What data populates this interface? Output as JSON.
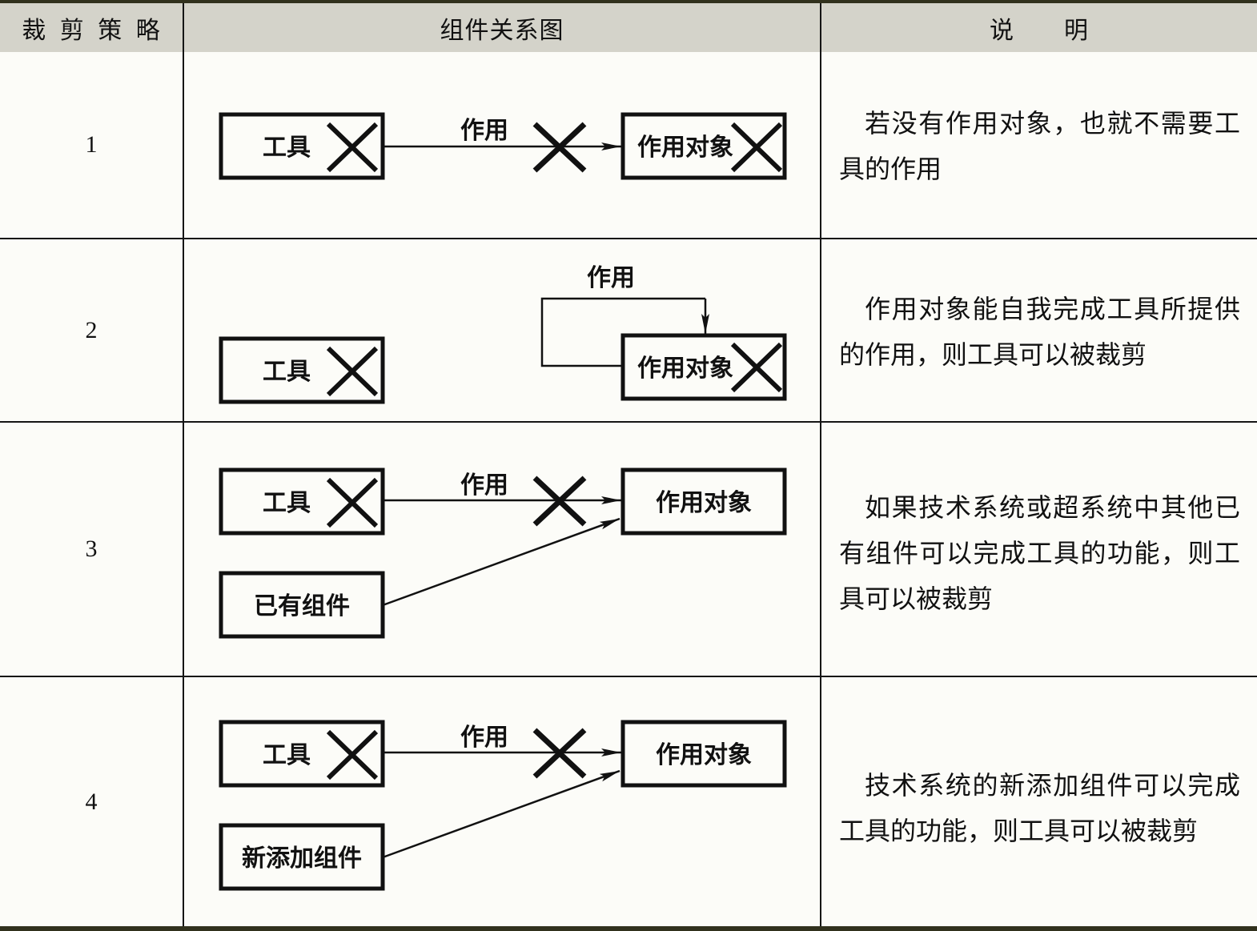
{
  "header": {
    "strategy": "裁 剪 策 略",
    "diagram": "组件关系图",
    "note": "说　　明"
  },
  "rows": [
    {
      "no": "1",
      "note": "若没有作用对象，也就不需要工具的作用",
      "diagram": {
        "tool": "工具",
        "object": "作用对象",
        "action": "作用"
      }
    },
    {
      "no": "2",
      "note": "作用对象能自我完成工具所提供的作用，则工具可以被裁剪",
      "diagram": {
        "tool": "工具",
        "object": "作用对象",
        "action": "作用"
      }
    },
    {
      "no": "3",
      "note": "如果技术系统或超系统中其他已有组件可以完成工具的功能，则工具可以被裁剪",
      "diagram": {
        "tool": "工具",
        "object": "作用对象",
        "action": "作用",
        "extra": "已有组件"
      }
    },
    {
      "no": "4",
      "note": "技术系统的新添加组件可以完成工具的功能，则工具可以被裁剪",
      "diagram": {
        "tool": "工具",
        "object": "作用对象",
        "action": "作用",
        "extra": "新添加组件"
      }
    }
  ],
  "colors": {
    "outer_border": "#31311d",
    "grid_line": "#151515",
    "header_bg": "#d4d3ca",
    "ink": "#111111"
  }
}
